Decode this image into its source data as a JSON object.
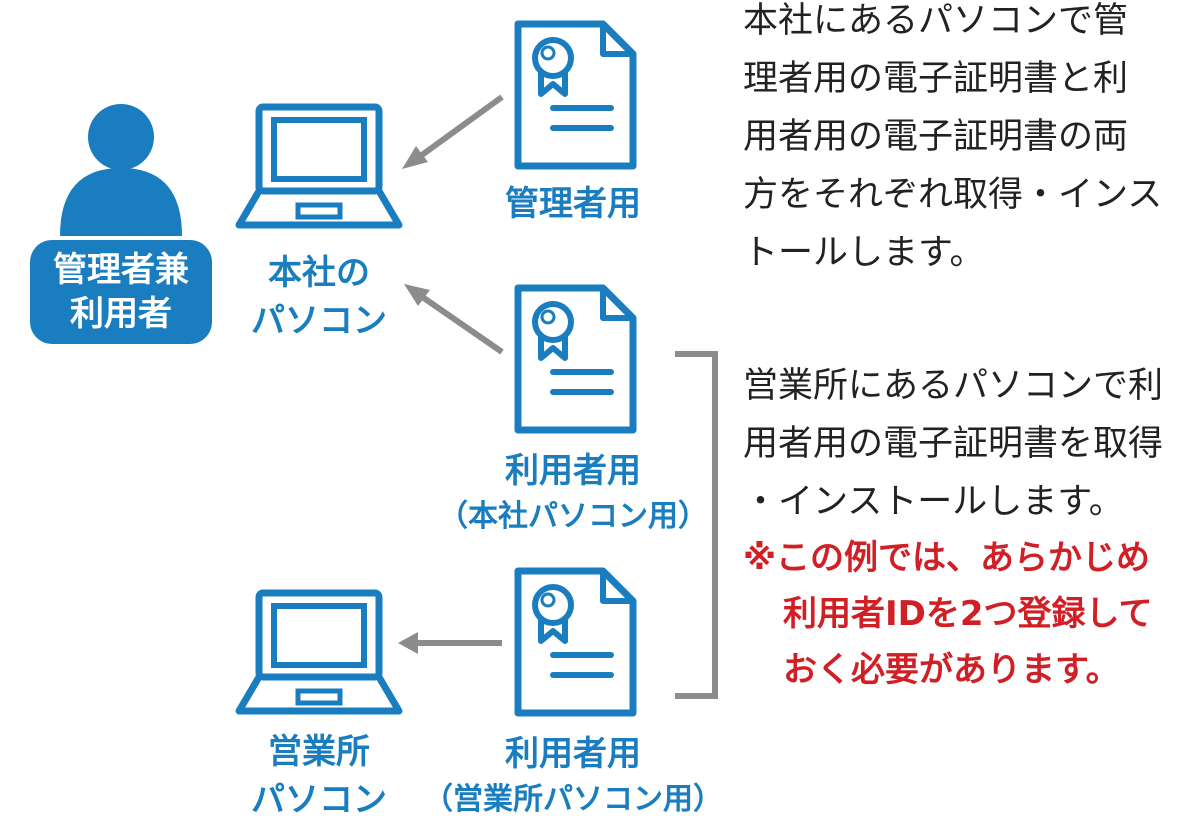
{
  "user": {
    "line1": "管理者兼",
    "line2": "利用者"
  },
  "pcs": {
    "hq": {
      "line1": "本社の",
      "line2": "パソコン"
    },
    "branch": {
      "line1": "営業所",
      "line2": "パソコン"
    }
  },
  "certs": {
    "admin": {
      "label": "管理者用"
    },
    "user_hq": {
      "label": "利用者用",
      "sub": "（本社パソコン用）"
    },
    "user_branch": {
      "label": "利用者用",
      "sub": "（営業所パソコン用）"
    }
  },
  "desc_hq": {
    "lines": [
      "本社にあるパソコンで管",
      "理者用の電子証明書と利",
      "用者用の電子証明書の両",
      "方をそれぞれ取得・インス",
      "トールします。"
    ]
  },
  "desc_branch": {
    "lines": [
      "営業所にあるパソコンで利",
      "用者用の電子証明書を取得",
      "・インストールします。"
    ]
  },
  "note": {
    "lines": [
      "※この例では、あらかじめ",
      "利用者IDを2つ登録して",
      "おく必要があります。"
    ]
  },
  "colors": {
    "blue": "#1a7dc0",
    "gray": "#8c8c8c",
    "red": "#d11f26",
    "text": "#222222"
  },
  "icons": {
    "person": "person-icon",
    "laptop": "laptop-icon",
    "certificate": "certificate-icon"
  }
}
